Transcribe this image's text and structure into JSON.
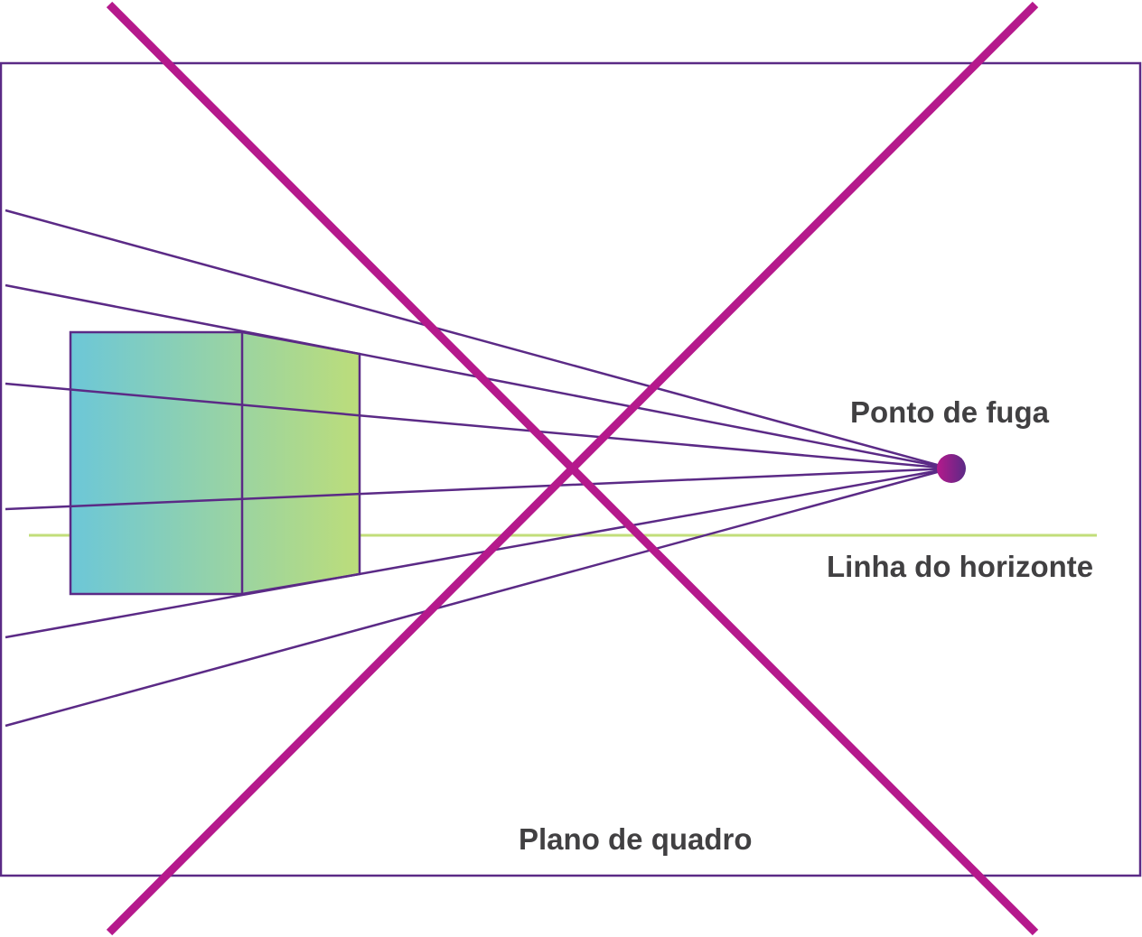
{
  "labels": {
    "vanishing_point": "Ponto de fuga",
    "horizon_line": "Linha do horizonte",
    "picture_plane": "Plano de quadro"
  },
  "colors": {
    "frame": "#5b2a86",
    "perspective_lines": "#5b2a86",
    "cross": "#b5198c",
    "horizon": "#c2de7a",
    "gradient_start": "#6cc7d8",
    "gradient_end": "#bcdd7a",
    "vanishing_point_dot_start": "#b5198c",
    "vanishing_point_dot_end": "#5b2a86",
    "label_text": "#414042"
  }
}
